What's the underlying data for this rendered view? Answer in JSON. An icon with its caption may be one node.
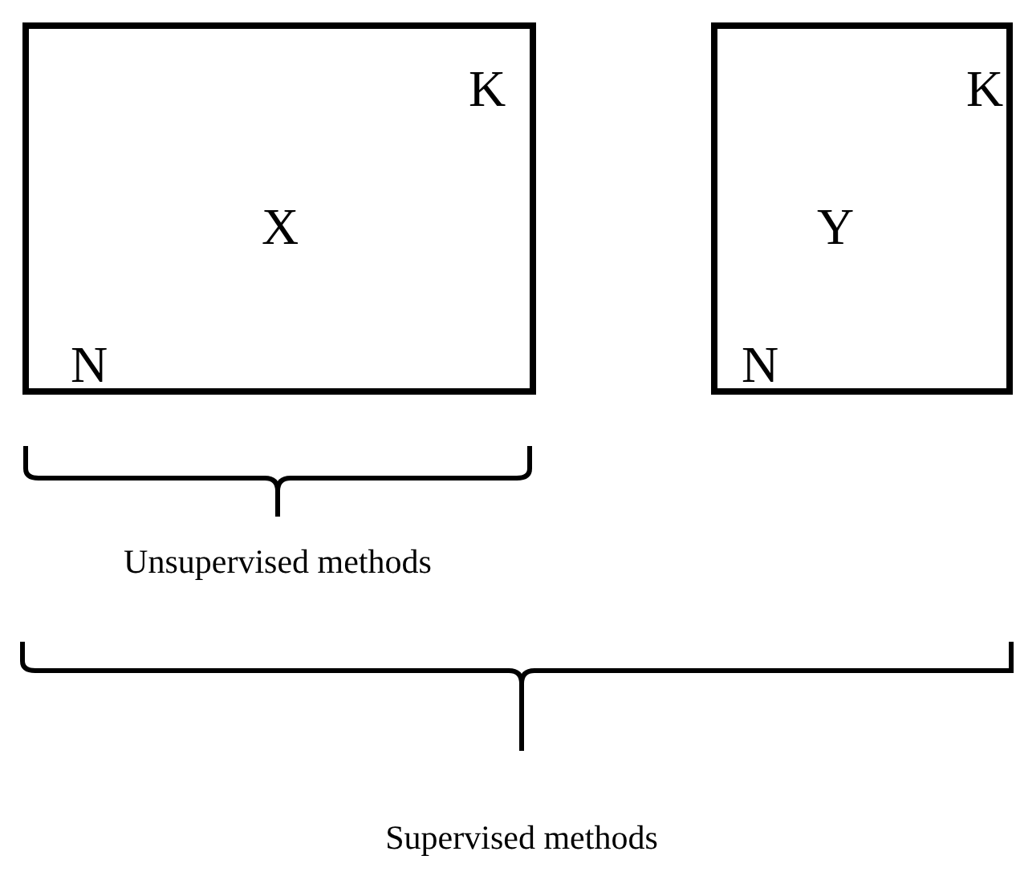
{
  "diagram": {
    "nodes": [
      {
        "text": [
          "K",
          "X",
          "N"
        ]
      },
      {
        "text": [
          "K",
          "Y",
          "N"
        ]
      }
    ],
    "edges": [],
    "labels": [
      "Unsupervised methods",
      "Supervised methods"
    ]
  }
}
